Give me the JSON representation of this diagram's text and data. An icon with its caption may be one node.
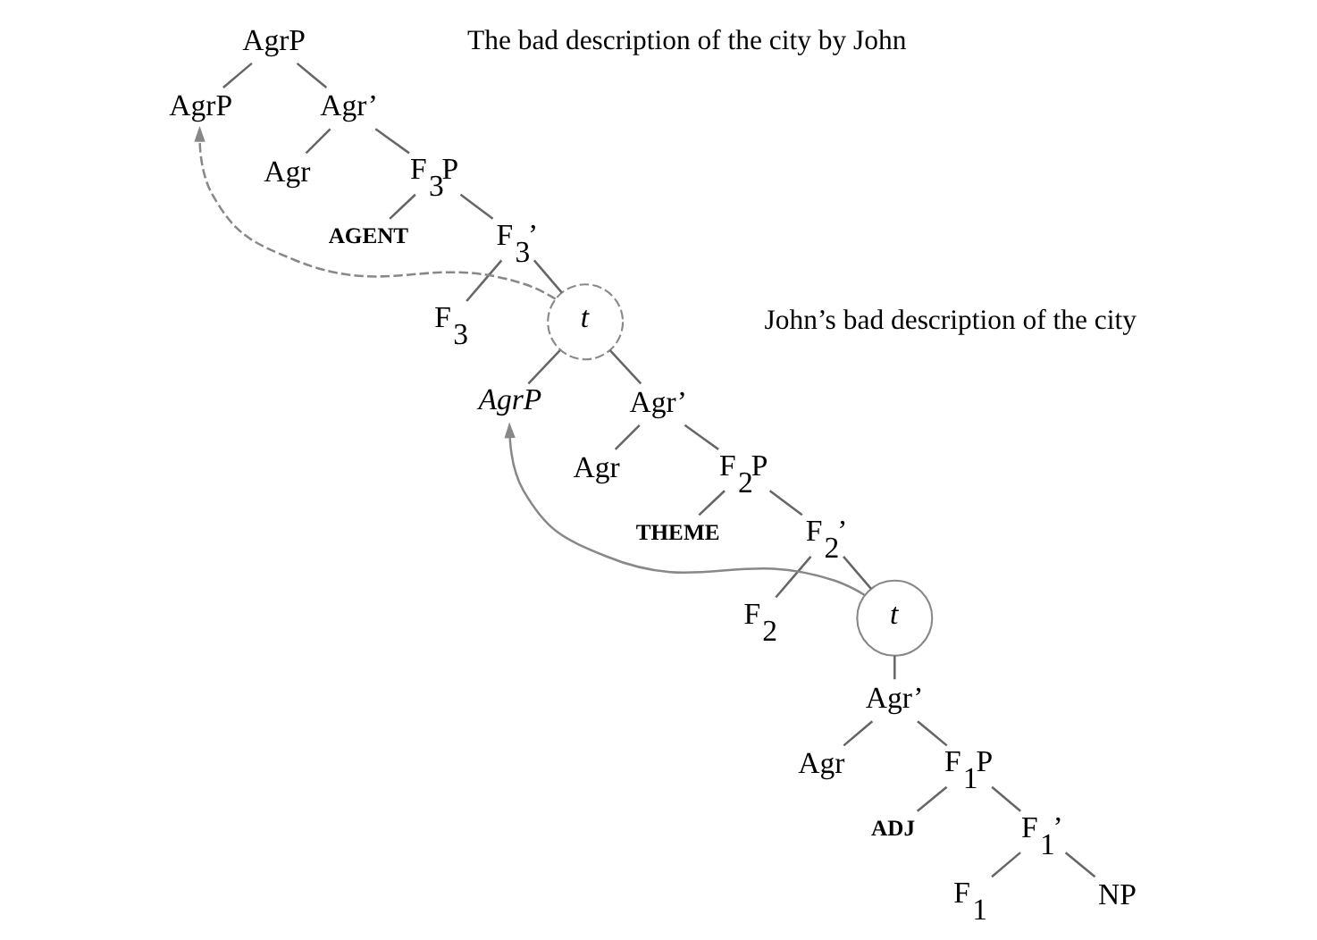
{
  "diagram": {
    "nodes": [
      {
        "text": [
          "AgrP"
        ]
      },
      {
        "text": [
          "AgrP"
        ]
      },
      {
        "text": [
          "Agr’"
        ]
      },
      {
        "text": [
          "Agr"
        ]
      },
      {
        "text": [
          "F$_{3}$P"
        ]
      },
      {
        "text": [
          "AGENT"
        ]
      },
      {
        "text": [
          "F$_{3}$’"
        ]
      },
      {
        "text": [
          "F$_{3}$"
        ]
      },
      {
        "text": [
          "t"
        ]
      },
      {
        "text": [
          "AgrP"
        ]
      },
      {
        "text": [
          "Agr’"
        ]
      },
      {
        "text": [
          "Agr"
        ]
      },
      {
        "text": [
          "F$_{2}$P"
        ]
      },
      {
        "text": [
          "THEME"
        ]
      },
      {
        "text": [
          "F$_{2}$’"
        ]
      },
      {
        "text": [
          "F$_{2}$"
        ]
      },
      {
        "text": [
          "t"
        ]
      },
      {
        "text": [
          "Agr’"
        ]
      },
      {
        "text": [
          "Agr"
        ]
      },
      {
        "text": [
          "F$_{1}$P"
        ]
      },
      {
        "text": [
          "ADJ"
        ]
      },
      {
        "text": [
          "F$_{1}$’"
        ]
      },
      {
        "text": [
          "F$_{1}$"
        ]
      },
      {
        "text": [
          "NP"
        ]
      }
    ],
    "edges": [
      {
        "from": 0,
        "to": 1,
        "arrow": "none"
      },
      {
        "from": 0,
        "to": 2,
        "arrow": "none"
      },
      {
        "from": 2,
        "to": 3,
        "arrow": "none"
      },
      {
        "from": 2,
        "to": 4,
        "arrow": "none"
      },
      {
        "from": 4,
        "to": 5,
        "arrow": "none"
      },
      {
        "from": 4,
        "to": 6,
        "arrow": "none"
      },
      {
        "from": 6,
        "to": 7,
        "arrow": "none"
      },
      {
        "from": 6,
        "to": 8,
        "arrow": "none"
      },
      {
        "from": 8,
        "to": 9,
        "arrow": "none"
      },
      {
        "from": 8,
        "to": 10,
        "arrow": "none"
      },
      {
        "from": 10,
        "to": 11,
        "arrow": "none"
      },
      {
        "from": 10,
        "to": 12,
        "arrow": "none"
      },
      {
        "from": 12,
        "to": 13,
        "arrow": "none"
      },
      {
        "from": 12,
        "to": 14,
        "arrow": "none"
      },
      {
        "from": 14,
        "to": 15,
        "arrow": "none"
      },
      {
        "from": 14,
        "to": 16,
        "arrow": "none"
      },
      {
        "from": 16,
        "to": 17,
        "arrow": "none"
      },
      {
        "from": 17,
        "to": 18,
        "arrow": "none"
      },
      {
        "from": 17,
        "to": 19,
        "arrow": "none"
      },
      {
        "from": 19,
        "to": 20,
        "arrow": "none"
      },
      {
        "from": 19,
        "to": 21,
        "arrow": "none"
      },
      {
        "from": 21,
        "to": 22,
        "arrow": "none"
      },
      {
        "from": 21,
        "to": 23,
        "arrow": "none"
      },
      {
        "from": 8,
        "to": 1,
        "arrow": "to",
        "style": "dashed",
        "color": "#888888"
      },
      {
        "from": 16,
        "to": 9,
        "arrow": "to",
        "color": "#888888"
      }
    ],
    "labels": [
      "The bad description of the city by John",
      "John’s bad description of the city"
    ]
  }
}
